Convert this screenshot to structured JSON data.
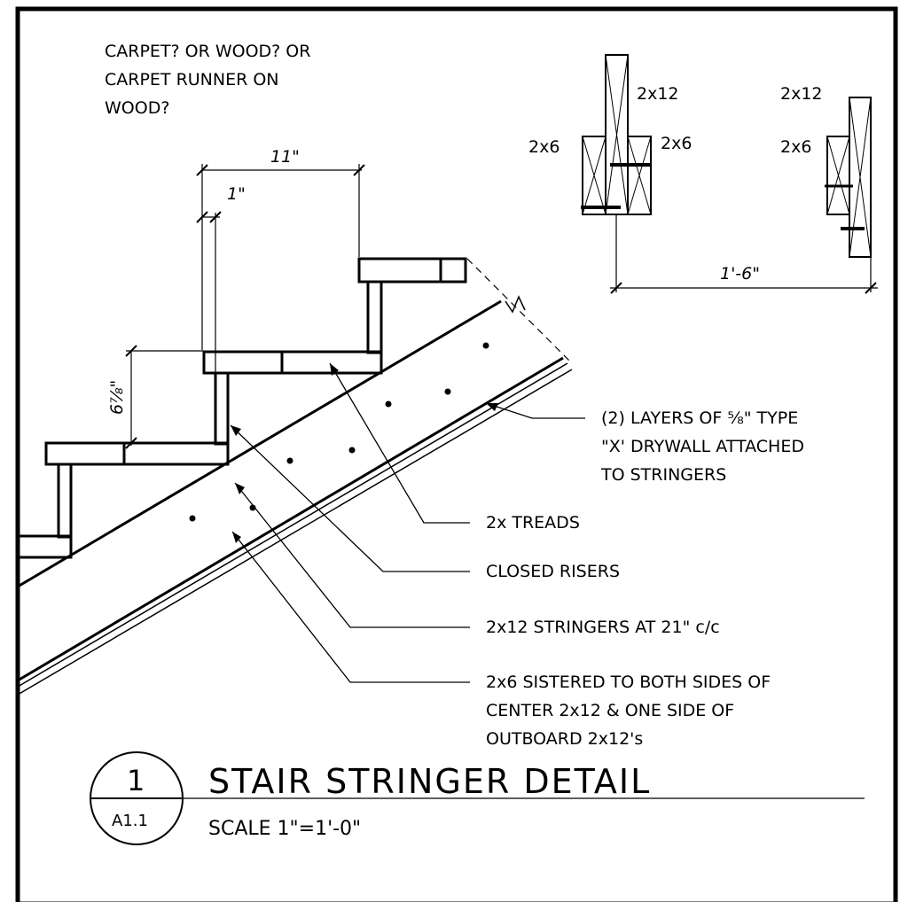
{
  "notes": {
    "finish_line1": "CARPET? OR WOOD? OR",
    "finish_line2": "CARPET RUNNER ON",
    "finish_line3": "WOOD?"
  },
  "dimensions": {
    "tread_depth": "11\"",
    "nosing": "1\"",
    "riser_height": "6⅞\"",
    "stringer_spacing": "1'-6\""
  },
  "section_labels": {
    "center_2x12": "2x12",
    "center_left_2x6": "2x6",
    "center_right_2x6": "2x6",
    "outboard_2x12": "2x12",
    "outboard_2x6": "2x6"
  },
  "callouts": {
    "drywall_line1": "(2) LAYERS OF ⅝\" TYPE",
    "drywall_line2": "\"X' DRYWALL ATTACHED",
    "drywall_line3": "TO STRINGERS",
    "treads": "2x TREADS",
    "risers": "CLOSED RISERS",
    "stringers": "2x12 STRINGERS AT 21\" c/c",
    "sister_line1": "2x6 SISTERED TO BOTH SIDES OF",
    "sister_line2": "CENTER 2x12 & ONE SIDE OF",
    "sister_line3": "OUTBOARD 2x12's"
  },
  "title_block": {
    "detail_number": "1",
    "sheet_number": "A1.1",
    "title": "STAIR STRINGER DETAIL",
    "scale": "SCALE  1\"=1'-0\""
  }
}
